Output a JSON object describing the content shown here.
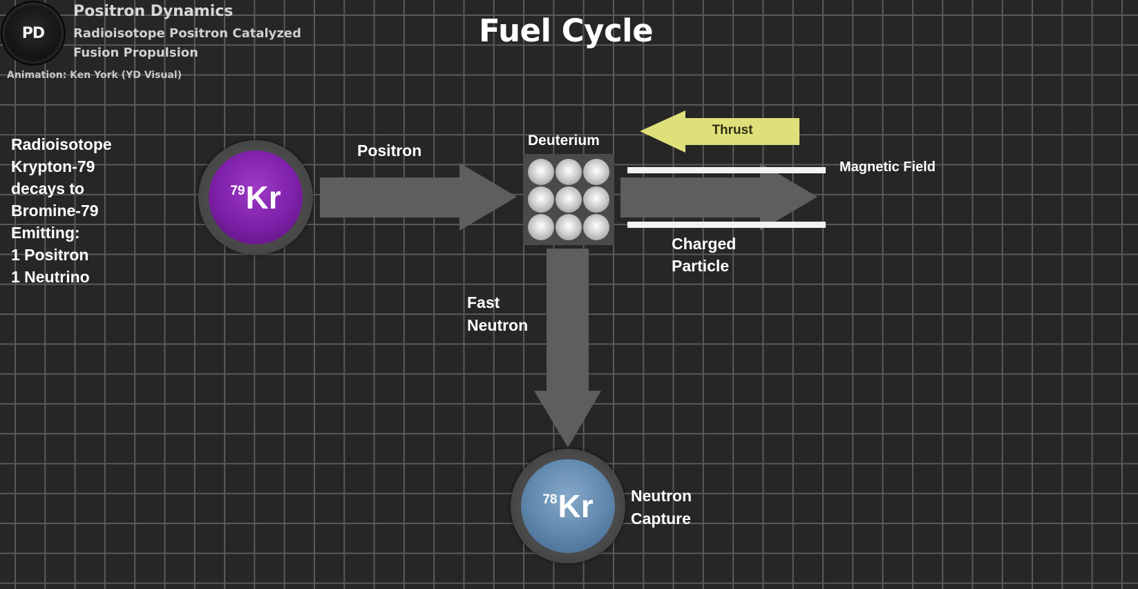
{
  "brand": {
    "logo_text": "PD",
    "title": "Positron Dynamics",
    "subtitle": "Radioisotope Positron Catalyzed Fusion Propulsion",
    "credit": "Animation: Ken York (YD Visual)"
  },
  "page_title": "Fuel Cycle",
  "decay_description": [
    "Radioisotope",
    "Krypton-79",
    "decays to",
    "Bromine-79",
    "Emitting:",
    "1 Positron",
    "1 Neutrino"
  ],
  "source_atom": {
    "mass_number": "79",
    "symbol": "Kr"
  },
  "product_atom": {
    "mass_number": "78",
    "symbol": "Kr"
  },
  "labels": {
    "positron": "Positron",
    "deuterium": "Deuterium",
    "thrust": "Thrust",
    "magnetic_field": "Magnetic Field",
    "charged_particle": [
      "Charged",
      "Particle"
    ],
    "fast_neutron": [
      "Fast",
      "Neutron"
    ],
    "neutron_capture": [
      "Neutron",
      "Capture"
    ]
  },
  "colors": {
    "background": "#262626",
    "grid_line": "#5a5a5a",
    "arrow_gray": "#5e5e5e",
    "thrust_arrow": "#dfe07a",
    "kr79_purple": "#7d1fa8",
    "kr78_blue": "#5f86ad",
    "field_line": "#f2f2f2"
  },
  "icons": [
    "pd-logo-icon",
    "deuterium-nucleus-icon"
  ]
}
